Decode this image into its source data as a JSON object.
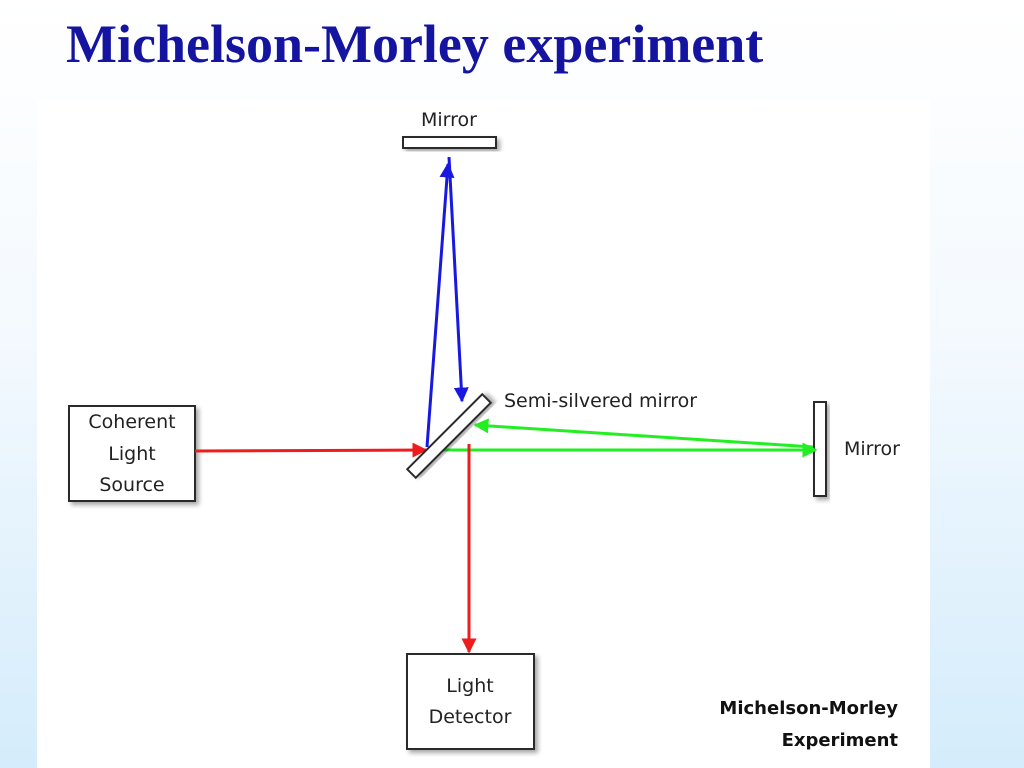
{
  "title": "Michelson-Morley experiment",
  "diagram": {
    "labels": {
      "top_mirror": "Mirror",
      "right_mirror": "Mirror",
      "beam_splitter": "Semi-silvered mirror",
      "source": [
        "Coherent",
        "Light",
        "Source"
      ],
      "detector": [
        "Light",
        "Detector"
      ]
    },
    "caption": [
      "Michelson-Morley",
      "Experiment"
    ],
    "colors": {
      "title": "#1414a0",
      "source_beam": "#ee1c1c",
      "vertical_arm_beam": "#1818e0",
      "horizontal_arm_beam": "#22ee22",
      "detector_beam": "#ee1c1c"
    }
  }
}
